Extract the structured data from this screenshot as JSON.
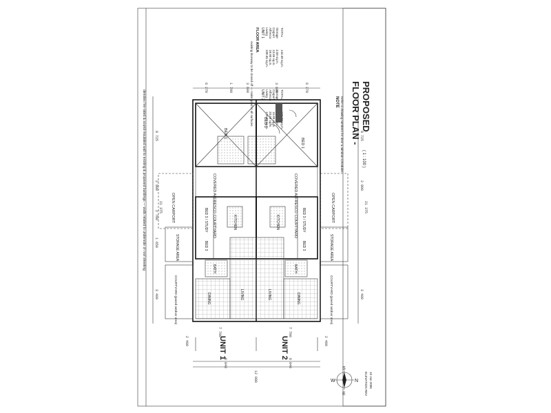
{
  "drawing": {
    "title_line1": "FLOOR PLAN -",
    "title_line2": "PROPOSED",
    "scale": "( 1 : 100 )",
    "units": [
      "UNIT 1",
      "UNIT 2"
    ],
    "compass": {
      "n": "N",
      "s": "S",
      "e": "E",
      "w": "W"
    },
    "page_ref": "ELEVATION REV",
    "date": "10 Jan 2006"
  },
  "notes": {
    "top_note": "denotes fire-rated & sound-insulated wall to existing & proposed buildings — walls related to underside of roof sheeting",
    "screen_note": "existing doorway to be closed off — make good to all surfaces",
    "note_heading": "NOTE",
    "note_text": "Refer to drawing numbers for door & window schedules"
  },
  "floor_area": {
    "heading": "FLOOR AREA",
    "unit1": {
      "label": "UNIT 1",
      "rows": [
        {
          "name": "Living",
          "value": "108.55 sq.m."
        },
        {
          "name": "Alfresco",
          "value": "18.90 sq.m."
        },
        {
          "name": "Carport",
          "value": "13.65 sq.m."
        },
        {
          "name": "Storage",
          "value": "3.58 sq.m."
        }
      ],
      "total_label": "TOTAL",
      "total_value": "144.68 sq.m."
    },
    "unit2": {
      "label": "UNIT 2",
      "rows": [
        {
          "name": "Living",
          "value": "120.28 sq.m."
        },
        {
          "name": "Alfresco",
          "value": "20.58 sq.m."
        },
        {
          "name": "Carport",
          "value": "15.89 sq.m."
        },
        {
          "name": "Storage",
          "value": "3.58 sq.m."
        }
      ],
      "total_label": "TOTAL",
      "total_value": "160.28 sq.m."
    }
  },
  "rooms": {
    "bed1_u1": "BED 1",
    "bed2_u1": "BED 2",
    "bed1_u2": "BED 1",
    "alfresco_u1": "COVERED ALFRESCO COURTYARD",
    "alfresco_u2": "COVERED ALFRESCO COURTYARD",
    "carport_u1": "OPEN CARPORT",
    "carport_u2": "OPEN CARPORT",
    "kitchen_u1": "KITCHEN",
    "kitchen_u2": "KITCHEN",
    "study_u1": "BED 3 / STUDY",
    "study_u2": "BED 3 / STUDY",
    "bed3_u1": "BED 3",
    "bed3_u2": "BED 3",
    "storage_u1": "STORAGE AREA",
    "storage_u2": "STORAGE AREA",
    "bath_u1": "BATH",
    "bath_u2": "BATH",
    "living_u1": "LIVING",
    "living_u2": "LIVING",
    "dining_u1": "DINING",
    "dining_u2": "DINING",
    "courtyard_u1": "COURTYARD (paved outdoor area)",
    "courtyard_u2": "COURTYARD (paved outdoor area)"
  },
  "dimensions": {
    "overall_width": "21 375",
    "overall_depth": "12 080",
    "unit_width_1": "6 040",
    "unit_width_2": "6 040",
    "seg_a": "8 725",
    "seg_b": "2 800",
    "seg_c": "2 700",
    "seg_d": "1 650",
    "seg_e": "3 400",
    "side_left": "2 400",
    "side_right": "2 400",
    "top_seg_1": "6 270",
    "top_seg_2": "1 700",
    "top_seg_3": "3 600",
    "top_seg_4": "3 600",
    "top_seg_5": "6 270",
    "bot_seg_1": "7 700",
    "bot_seg_2": "7 700"
  }
}
